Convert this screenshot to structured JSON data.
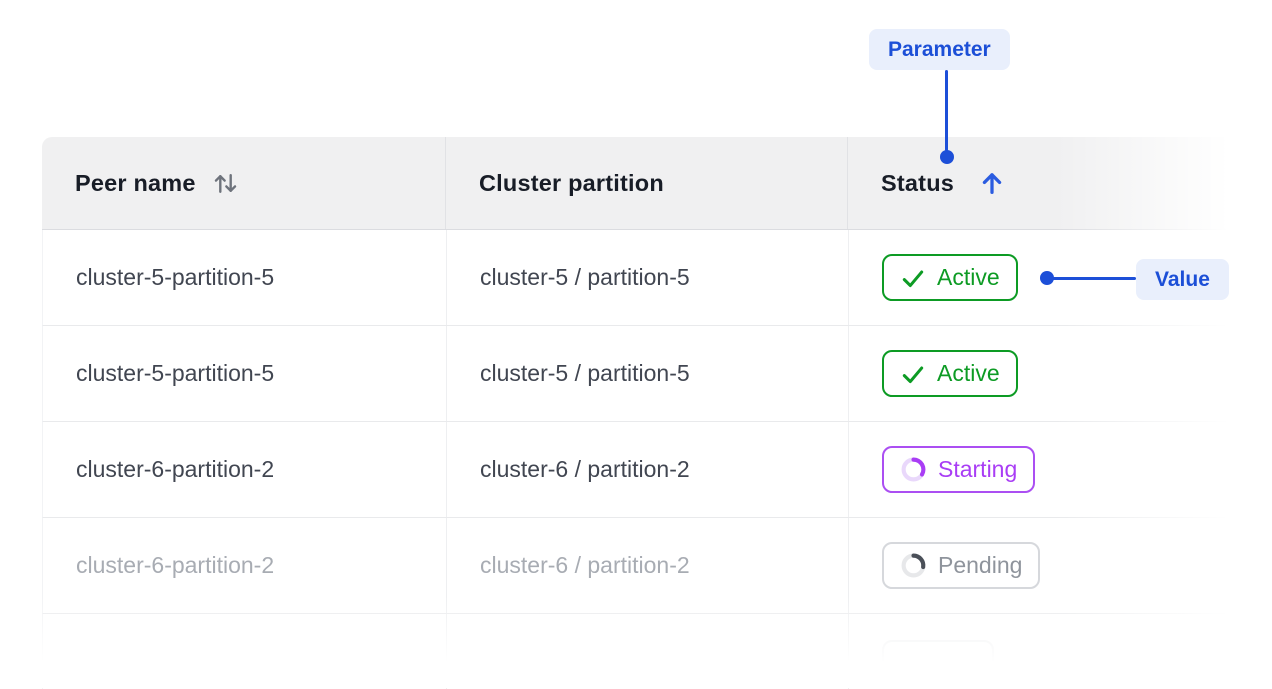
{
  "annotations": {
    "parameter_label": "Parameter",
    "value_label": "Value",
    "accent_color": "#1d4fd8",
    "pill_background": "#e9effc"
  },
  "table": {
    "header": {
      "peer_name_label": "Peer name",
      "peer_name_sort": "sortable",
      "cluster_partition_label": "Cluster partition",
      "status_label": "Status",
      "status_sort": "ascending"
    },
    "rows": [
      {
        "peer_name": "cluster-5-partition-5",
        "cluster_partition": "cluster-5 / partition-5",
        "status": "Active",
        "status_kind": "active",
        "muted": false
      },
      {
        "peer_name": "cluster-5-partition-5",
        "cluster_partition": "cluster-5 / partition-5",
        "status": "Active",
        "status_kind": "active",
        "muted": false
      },
      {
        "peer_name": "cluster-6-partition-2",
        "cluster_partition": "cluster-6 / partition-2",
        "status": "Starting",
        "status_kind": "starting",
        "muted": false
      },
      {
        "peer_name": "cluster-6-partition-2",
        "cluster_partition": "cluster-6 / partition-2",
        "status": "Pending",
        "status_kind": "pending",
        "muted": true
      },
      {
        "peer_name": "",
        "cluster_partition": "",
        "status": "",
        "status_kind": "partial",
        "muted": true
      }
    ],
    "colors": {
      "header_background": "#f0f0f1",
      "header_text": "#181d27",
      "row_text": "#414651",
      "muted_text": "#a8acb3",
      "border": "#e9eaec",
      "status_active": "#0d9b24",
      "status_starting": "#a93df5",
      "status_pending": "#8f949c",
      "sort_arrow_blue": "#2b5ce0"
    }
  }
}
